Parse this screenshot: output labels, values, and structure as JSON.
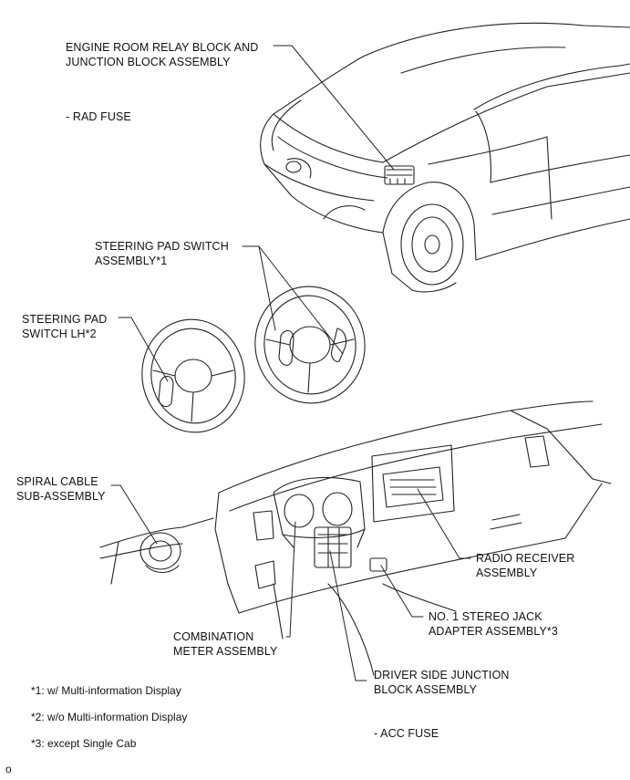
{
  "labels": {
    "engine_room_relay": [
      "ENGINE ROOM RELAY BLOCK AND",
      "JUNCTION BLOCK ASSEMBLY"
    ],
    "rad_fuse": "- RAD FUSE",
    "steering_pad_switch_assembly": [
      "STEERING PAD SWITCH",
      "ASSEMBLY*1"
    ],
    "steering_pad_switch_lh": [
      "STEERING PAD",
      "SWITCH LH*2"
    ],
    "spiral_cable": [
      "SPIRAL CABLE",
      "SUB-ASSEMBLY"
    ],
    "radio_receiver": [
      "RADIO RECEIVER",
      "ASSEMBLY"
    ],
    "stereo_jack_adapter": [
      "NO. 1 STEREO JACK",
      "ADAPTER ASSEMBLY*3"
    ],
    "combination_meter": [
      "COMBINATION",
      "METER ASSEMBLY"
    ],
    "driver_side_junction": [
      "DRIVER SIDE JUNCTION",
      "BLOCK ASSEMBLY"
    ],
    "acc_fuse": "- ACC FUSE"
  },
  "notes": [
    "*1: w/ Multi-information Display",
    "*2: w/o Multi-information Display",
    "*3: except Single Cab"
  ],
  "figure_code": "o"
}
